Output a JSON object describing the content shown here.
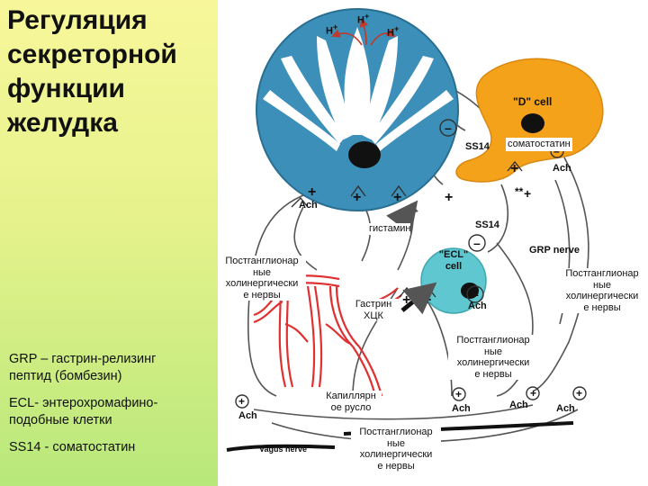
{
  "title_lines": [
    "Регуляция",
    "секреторной",
    "функции",
    "желудка"
  ],
  "legend": [
    {
      "lines": [
        "GRP – гастрин-релизинг",
        "пептид (бомбезин)"
      ]
    },
    {
      "lines": [
        "ECL- энтерохромафино-",
        "подобные клетки"
      ]
    },
    {
      "lines": [
        "SS14 - соматостатин"
      ]
    }
  ],
  "labels": {
    "h_plus_1": "H",
    "h_plus_2": "H",
    "h_plus_3": "H",
    "plus_sup": "+",
    "d_cell": "\"D\" cell",
    "ss14_d": "SS14",
    "somatostatin": "соматостатин",
    "ach_right_top": "Ach",
    "ach_left": "Ach",
    "gistamin": "гистамин",
    "ss14_ecl": "SS14",
    "grp_nerve": "GRP nerve",
    "ecl_cell_line1": "\"ECL\"",
    "ecl_cell_line2": "cell",
    "ach_ecl": "Ach",
    "post_left": [
      "Постганглионар",
      "ные",
      "холинергически",
      "е нервы"
    ],
    "post_right": [
      "Постганглионар",
      "ные",
      "холинергически",
      "е нервы"
    ],
    "post_center": [
      "Постганглионар",
      "ные",
      "холинергически",
      "е нервы"
    ],
    "post_bottom": [
      "Постганглионар",
      "ные",
      "холинергически",
      "е нервы"
    ],
    "gastrin": [
      "Гастрин",
      "ХЦК"
    ],
    "capillary": [
      "Капиллярн",
      "ое русло"
    ],
    "vagus": "Vagus nerve",
    "ach_bottom_left": "Ach",
    "ach_bottom_mid": "Ach",
    "ach_bottom_mid2": "Ach",
    "ach_bottom_right": "Ach"
  },
  "colors": {
    "parietal_cell": "#3b8fb8",
    "d_cell": "#f5a21b",
    "ecl_cell": "#5ec7d0",
    "capillary": "#e03030",
    "left_panel": "#e6f28c"
  }
}
